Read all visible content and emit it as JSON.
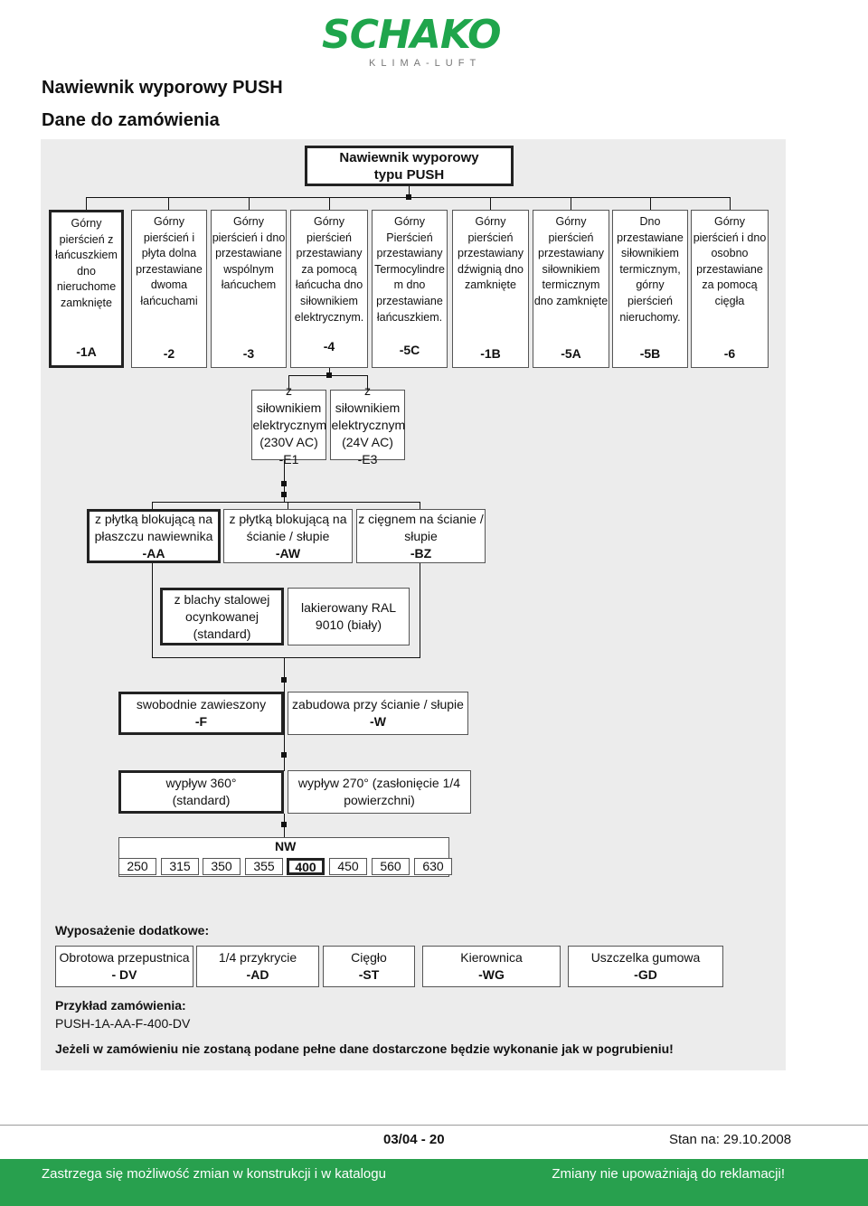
{
  "brand": {
    "name": "SCHAKO",
    "subtitle": "KLIMA-LUFT",
    "color": "#1fa54c"
  },
  "heading": {
    "title": "Nawiewnik wyporowy PUSH",
    "subtitle": "Dane do zamówienia"
  },
  "diagram": {
    "root": "Nawiewnik wyporowy typu PUSH",
    "variants": [
      {
        "label": "Górny pierścień z łańcuszkiem dno nieruchome zamknięte",
        "code": "-1A",
        "standard": true
      },
      {
        "label": "Górny pierścień i płyta dolna przestawiane dwoma łańcuchami",
        "code": "-2",
        "standard": false
      },
      {
        "label": "Górny pierścień i dno przestawiane wspólnym łańcuchem",
        "code": "-3",
        "standard": false
      },
      {
        "label": "Górny pierścień przestawiany za pomocą łańcucha dno siłownikiem elektrycznym.",
        "code": "-4",
        "standard": false
      },
      {
        "label": "Górny Pierścień przestawiany Termocylindre m dno przestawiane łańcuszkiem.",
        "code": "-5C",
        "standard": false
      },
      {
        "label": "Górny pierścień przestawiany dźwignią dno zamknięte",
        "code": "-1B",
        "standard": false
      },
      {
        "label": "Górny pierścień przestawiany siłownikiem termicznym dno zamknięte",
        "code": "-5A",
        "standard": false
      },
      {
        "label": "Dno przestawiane siłownikiem termicznym, górny pierścień nieruchomy.",
        "code": "-5B",
        "standard": false
      },
      {
        "label": "Górny pierścień i dno osobno przestawiane za pomocą cięgła",
        "code": "-6",
        "standard": false
      }
    ],
    "actuators": [
      {
        "label": "z siłownikiem elektrycznym (230V AC)",
        "code": "-E1"
      },
      {
        "label": "z siłownikiem elektrycznym (24V AC)",
        "code": "-E3"
      }
    ],
    "mounting_plate": [
      {
        "label": "z płytką blokującą na płaszczu nawiewnika",
        "code": "-AA",
        "standard": true
      },
      {
        "label": "z płytką blokującą na ścianie / słupie",
        "code": "-AW",
        "standard": false
      },
      {
        "label": "z cięgnem na ścianie / słupie",
        "code": "-BZ",
        "standard": false
      }
    ],
    "finish": [
      {
        "label": "z blachy stalowej ocynkowanej (standard)",
        "standard": true
      },
      {
        "label": "lakierowany RAL 9010 (biały)",
        "standard": false
      }
    ],
    "installation": [
      {
        "label": "swobodnie zawieszony",
        "code": "-F",
        "standard": true
      },
      {
        "label": "zabudowa przy ścianie / słupie",
        "code": "-W",
        "standard": false
      }
    ],
    "outflow": [
      {
        "label": "wypływ 360° (standard)",
        "standard": true
      },
      {
        "label": "wypływ 270° (zasłonięcie 1/4 powierzchni)",
        "standard": false
      }
    ],
    "nw": {
      "label": "NW",
      "sizes": [
        "250",
        "315",
        "350",
        "355",
        "400",
        "450",
        "560",
        "630"
      ],
      "standard": "400"
    }
  },
  "accessories": {
    "title": "Wyposażenie dodatkowe:",
    "items": [
      {
        "label": "Obrotowa przepustnica",
        "code": "- DV"
      },
      {
        "label": "1/4 przykrycie",
        "code": "-AD"
      },
      {
        "label": "Cięgło",
        "code": "-ST"
      },
      {
        "label": "Kierownica",
        "code": "-WG"
      },
      {
        "label": "Uszczelka gumowa",
        "code": "-GD"
      }
    ]
  },
  "example": {
    "label": "Przykład zamówienia:",
    "value": "PUSH-1A-AA-F-400-DV"
  },
  "note": "Jeżeli w zamówieniu nie zostaną podane pełne dane dostarczone będzie wykonanie jak w pogrubieniu!",
  "page": {
    "number": "03/04 - 20",
    "date": "Stan na: 29.10.2008"
  },
  "footer": {
    "left": "Zastrzega się możliwość zmian w konstrukcji i w katalogu",
    "right": "Zmiany nie upoważniają do reklamacji!",
    "color": "#28a04e"
  }
}
